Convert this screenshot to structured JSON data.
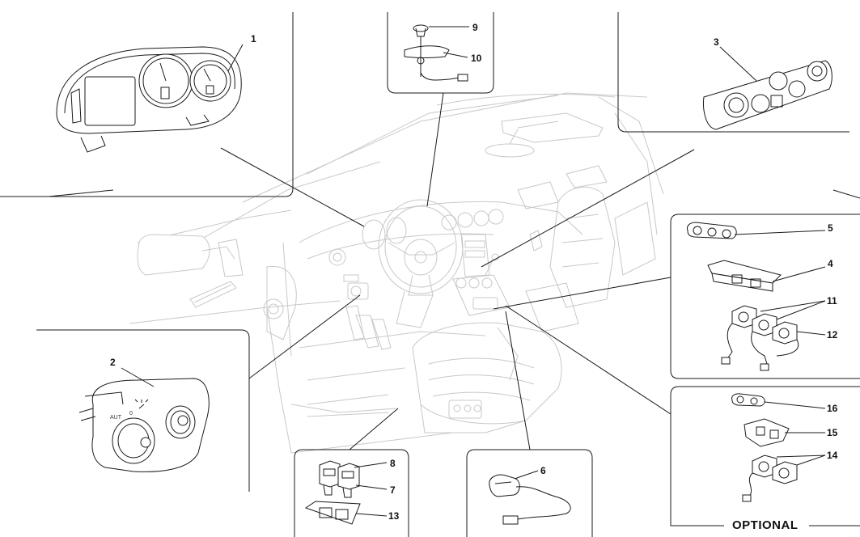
{
  "labels": {
    "n1": "1",
    "n2": "2",
    "n3": "3",
    "n4": "4",
    "n5": "5",
    "n6": "6",
    "n7": "7",
    "n8": "8",
    "n9": "9",
    "n10": "10",
    "n11": "11",
    "n12": "12",
    "n13": "13",
    "n14": "14",
    "n15": "15",
    "n16": "16"
  },
  "optional_label": "OPTIONAL",
  "switch_marks": {
    "aut": "AUT",
    "zero": "0"
  }
}
